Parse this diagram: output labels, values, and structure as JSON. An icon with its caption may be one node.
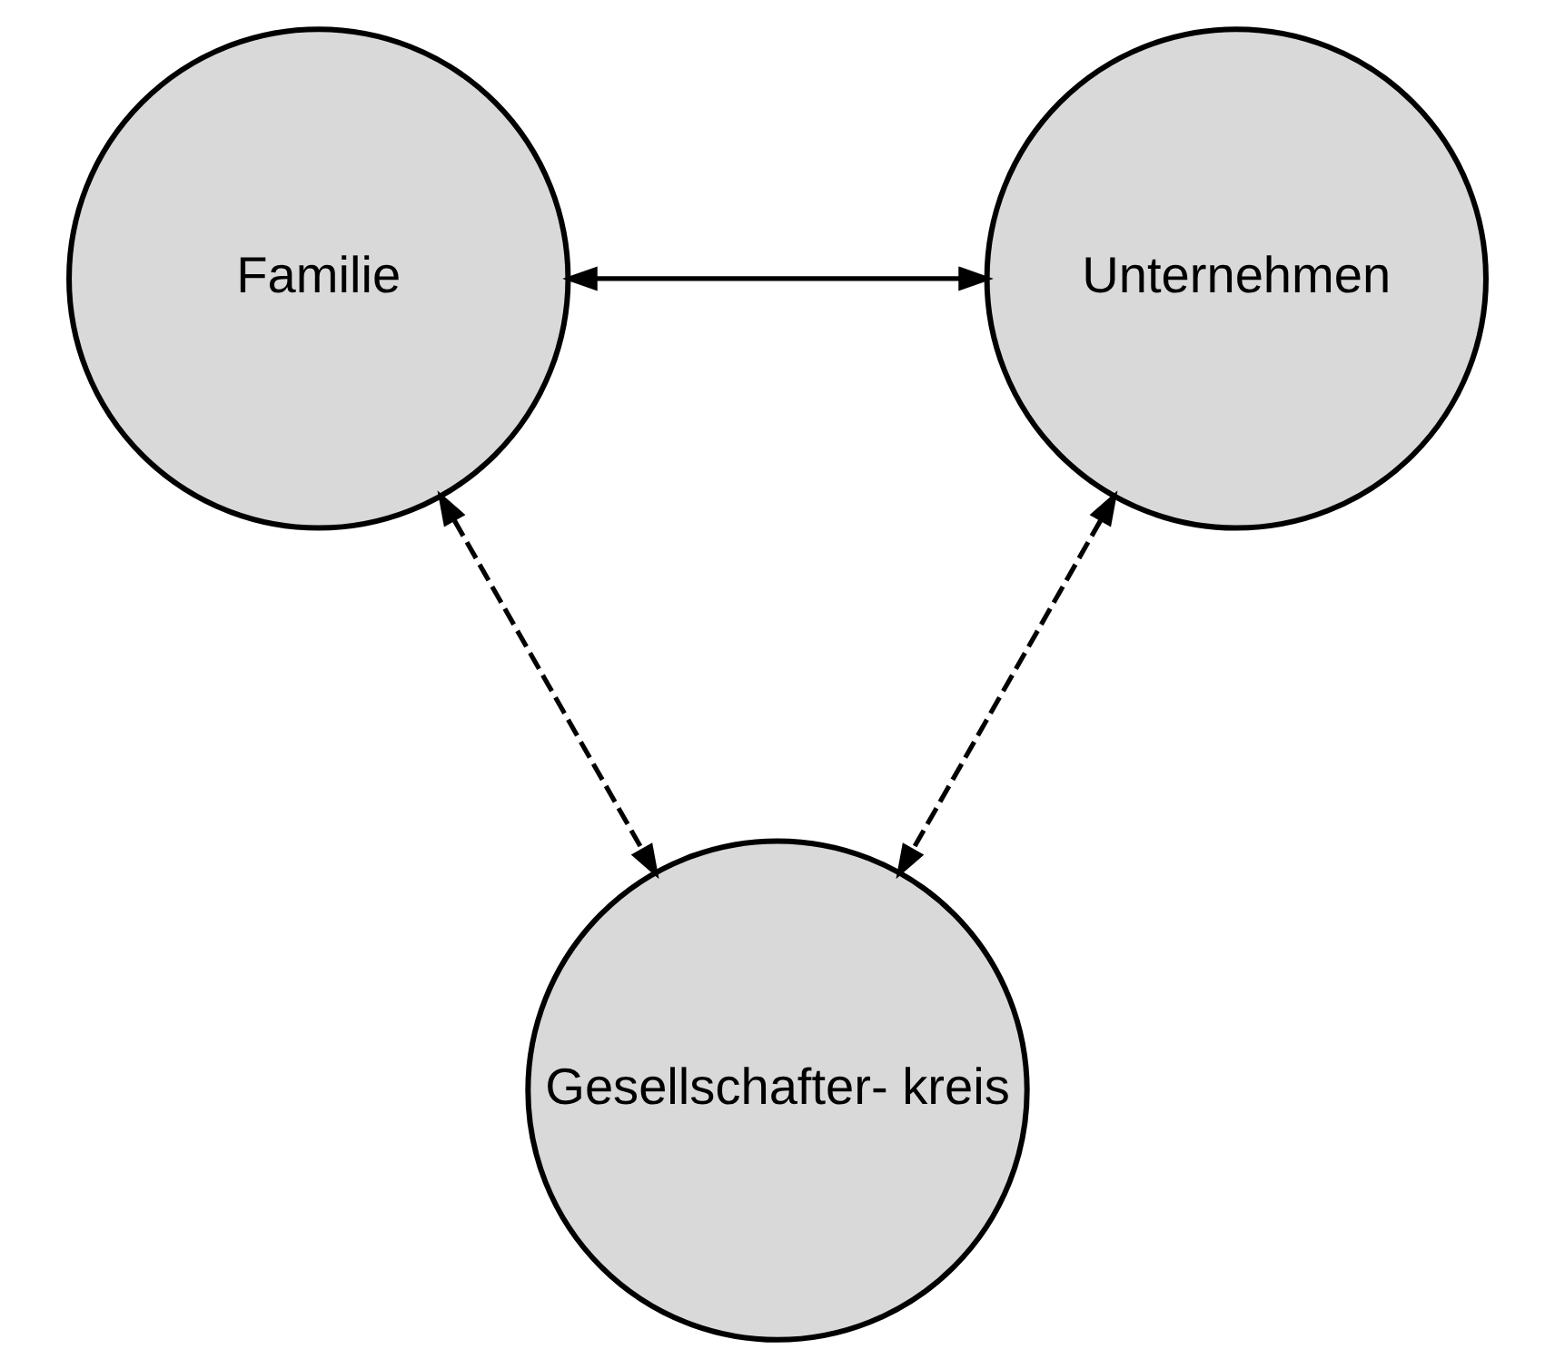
{
  "diagram": {
    "nodes": [
      {
        "text": [
          "Familie"
        ]
      },
      {
        "text": [
          "Unternehmen"
        ]
      },
      {
        "text": [
          "Gesellschafter- kreis"
        ]
      }
    ],
    "edges": [
      {
        "from": 0,
        "to": 1,
        "arrow": "both"
      },
      {
        "from": 0,
        "to": 2,
        "arrow": "both",
        "style": "dashed"
      },
      {
        "from": 1,
        "to": 2,
        "arrow": "both",
        "style": "dashed"
      }
    ]
  }
}
